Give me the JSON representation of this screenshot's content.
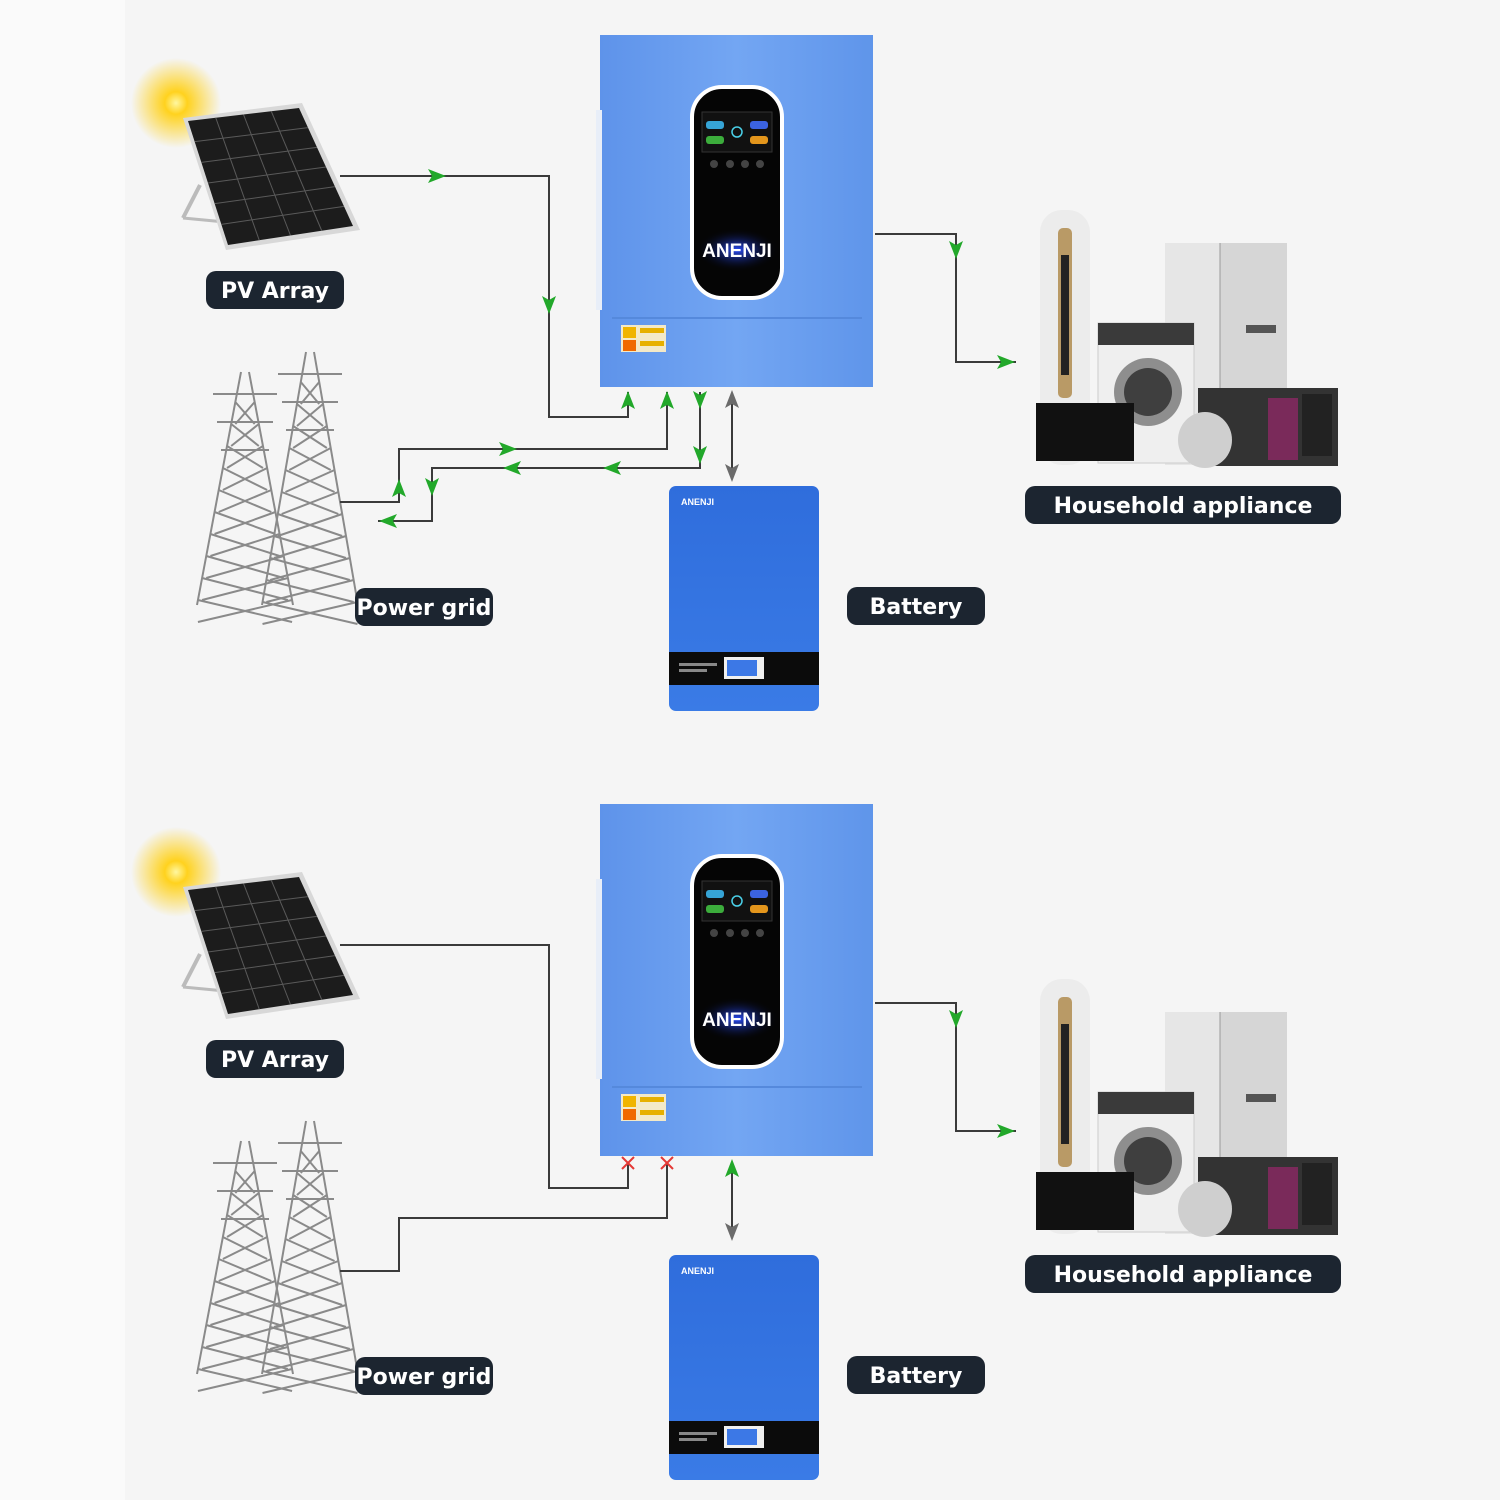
{
  "colors": {
    "flow_arrow": "#22a82a",
    "blocked": "#e53935",
    "bidirectional_arrow": "#6b6b6b",
    "inverter": "#6a9ff0",
    "battery": "#3572df",
    "label_bg": "#1c2530"
  },
  "panels": [
    {
      "mode": "grid-connected",
      "brand": "ANENJI",
      "labels": {
        "pv": "PV Array",
        "grid": "Power grid",
        "battery": "Battery",
        "load": "Household appliance"
      },
      "pv_to_inverter": "flowing",
      "grid_to_inverter": "bidirectional",
      "battery_link": "bidirectional",
      "inverter_to_load": "flowing"
    },
    {
      "mode": "off-grid",
      "brand": "ANENJI",
      "labels": {
        "pv": "PV Array",
        "grid": "Power grid",
        "battery": "Battery",
        "load": "Household appliance"
      },
      "pv_to_inverter": "blocked",
      "grid_to_inverter": "blocked",
      "battery_link": "discharging",
      "inverter_to_load": "flowing"
    }
  ]
}
